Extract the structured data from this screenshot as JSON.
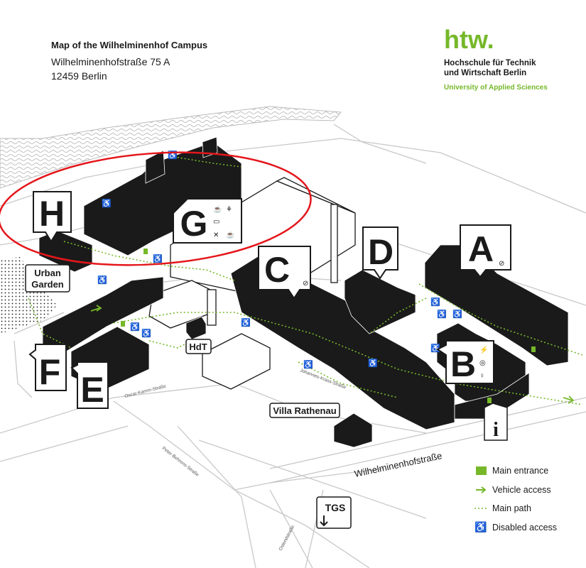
{
  "header": {
    "title": "Map of the Wilhelminenhof Campus",
    "street": "Wilhelminenhofstraße 75 A",
    "city": "12459 Berlin"
  },
  "logo": {
    "mark": "htw.",
    "name_line1": "Hochschule für Technik",
    "name_line2": "und Wirtschaft Berlin",
    "subtitle": "University of Applied Sciences"
  },
  "buildings": {
    "a": "A",
    "b": "B",
    "c": "C",
    "d": "D",
    "e": "E",
    "f": "F",
    "g": "G",
    "h": "H"
  },
  "labels": {
    "urban_garden_1": "Urban",
    "urban_garden_2": "Garden",
    "hdt": "HdT",
    "villa": "Villa Rathenau",
    "tgs": "TGS",
    "info": "i"
  },
  "streets": {
    "main": "Wilhelminenhofstraße",
    "oscar": "Oscar-Kamm-Straße",
    "peter": "Peter-Behrens-Straße",
    "ostend": "Ostendstraße",
    "johannes": "Johannes-Krass-Straße"
  },
  "legend": [
    {
      "icon": "main-entrance-swatch",
      "label": "Main entrance"
    },
    {
      "icon": "vehicle-arrow-icon",
      "label": "Vehicle access"
    },
    {
      "icon": "dotted-path-icon",
      "label": "Main path"
    },
    {
      "icon": "wheelchair-icon",
      "label": "Disabled access"
    }
  ],
  "colors": {
    "accent": "#76b82a",
    "building": "#1a1a1a",
    "highlight": "#e4161b"
  }
}
